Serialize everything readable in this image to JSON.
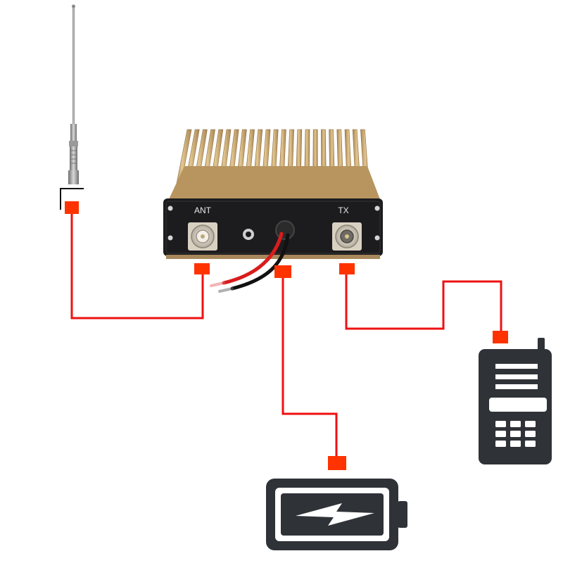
{
  "device": {
    "ports": {
      "ant": "ANT",
      "tx": "TX"
    }
  },
  "components": [
    {
      "id": "antenna",
      "icon": "antenna-icon"
    },
    {
      "id": "amplifier",
      "icon": "amplifier-icon"
    },
    {
      "id": "battery",
      "icon": "battery-icon"
    },
    {
      "id": "radio",
      "icon": "handheld-radio-icon"
    }
  ],
  "colors": {
    "wire": "#ee1111",
    "connector": "#ff3300",
    "icon_dark": "#2f3338",
    "heatsink": "#c8a46a",
    "faceplate": "#1c1c1e"
  }
}
